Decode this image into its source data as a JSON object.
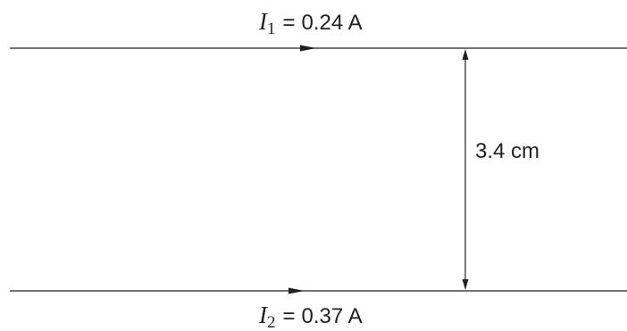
{
  "wire_top": {
    "current_symbol": "I",
    "current_subscript": "1",
    "equals": "=",
    "current_value": "0.24 A"
  },
  "wire_bottom": {
    "current_symbol": "I",
    "current_subscript": "2",
    "equals": "=",
    "current_value": "0.37 A"
  },
  "separation": {
    "value": "3.4 cm"
  },
  "colors": {
    "ink": "#231f20",
    "background": "#ffffff"
  }
}
